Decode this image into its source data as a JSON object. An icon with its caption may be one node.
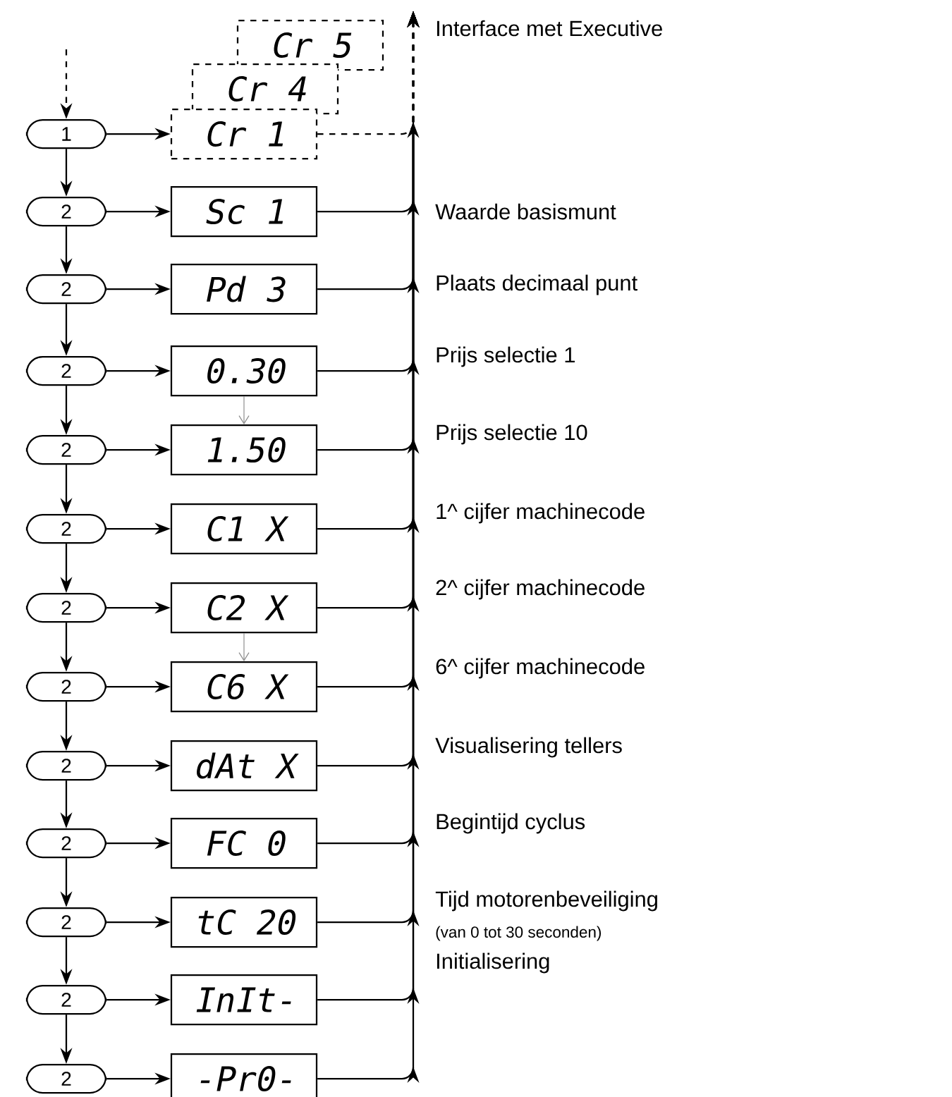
{
  "diagram": {
    "nodes": [
      {
        "text": [
          "Cr 5"
        ]
      },
      {
        "text": [
          "Cr 4"
        ]
      },
      {
        "text": [
          "1"
        ]
      },
      {
        "text": [
          "Cr 1"
        ]
      },
      {
        "text": [
          "2"
        ]
      },
      {
        "text": [
          "Sc 1"
        ]
      },
      {
        "text": [
          "2"
        ]
      },
      {
        "text": [
          "Pd 3"
        ]
      },
      {
        "text": [
          "2"
        ]
      },
      {
        "text": [
          "0.30"
        ]
      },
      {
        "text": [
          "2"
        ]
      },
      {
        "text": [
          "1.50"
        ]
      },
      {
        "text": [
          "2"
        ]
      },
      {
        "text": [
          "C1 X"
        ]
      },
      {
        "text": [
          "2"
        ]
      },
      {
        "text": [
          "C2 X"
        ]
      },
      {
        "text": [
          "2"
        ]
      },
      {
        "text": [
          "C6 X"
        ]
      },
      {
        "text": [
          "2"
        ]
      },
      {
        "text": [
          "dAt X"
        ]
      },
      {
        "text": [
          "2"
        ]
      },
      {
        "text": [
          "FC 0"
        ]
      },
      {
        "text": [
          "2"
        ]
      },
      {
        "text": [
          "tC 20"
        ]
      },
      {
        "text": [
          "2"
        ]
      },
      {
        "text": [
          "InIt-"
        ]
      },
      {
        "text": [
          "2"
        ]
      },
      {
        "text": [
          "-Pr0-"
        ]
      },
      {
        "text": [
          "Interface met Executive"
        ]
      }
    ],
    "edges": [
      {
        "from": null,
        "to": 2,
        "arrow": "to",
        "style": "dashed"
      },
      {
        "from": 2,
        "to": 4,
        "arrow": "to"
      },
      {
        "from": 4,
        "to": 6,
        "arrow": "to"
      },
      {
        "from": 6,
        "to": 8,
        "arrow": "to"
      },
      {
        "from": 8,
        "to": 10,
        "arrow": "to"
      },
      {
        "from": 10,
        "to": 12,
        "arrow": "to"
      },
      {
        "from": 12,
        "to": 14,
        "arrow": "to"
      },
      {
        "from": 14,
        "to": 16,
        "arrow": "to"
      },
      {
        "from": 16,
        "to": 18,
        "arrow": "to"
      },
      {
        "from": 18,
        "to": 20,
        "arrow": "to"
      },
      {
        "from": 20,
        "to": 22,
        "arrow": "to"
      },
      {
        "from": 22,
        "to": 24,
        "arrow": "to"
      },
      {
        "from": 24,
        "to": 26,
        "arrow": "to"
      },
      {
        "from": 2,
        "to": 3,
        "arrow": "to"
      },
      {
        "from": 4,
        "to": 5,
        "arrow": "to"
      },
      {
        "from": 6,
        "to": 7,
        "arrow": "to"
      },
      {
        "from": 8,
        "to": 9,
        "arrow": "to"
      },
      {
        "from": 10,
        "to": 11,
        "arrow": "to"
      },
      {
        "from": 12,
        "to": 13,
        "arrow": "to"
      },
      {
        "from": 14,
        "to": 15,
        "arrow": "to"
      },
      {
        "from": 16,
        "to": 17,
        "arrow": "to"
      },
      {
        "from": 18,
        "to": 19,
        "arrow": "to"
      },
      {
        "from": 20,
        "to": 21,
        "arrow": "to"
      },
      {
        "from": 22,
        "to": 23,
        "arrow": "to"
      },
      {
        "from": 24,
        "to": 25,
        "arrow": "to"
      },
      {
        "from": 26,
        "to": 27,
        "arrow": "to"
      },
      {
        "from": 9,
        "to": 11,
        "arrow": "to",
        "color": "#888888"
      },
      {
        "from": 15,
        "to": 17,
        "arrow": "to",
        "color": "#888888"
      },
      {
        "from": 3,
        "to": 28,
        "arrow": "to",
        "style": "dashed"
      },
      {
        "from": 5,
        "to": 28,
        "arrow": "to"
      },
      {
        "from": 7,
        "to": 28,
        "arrow": "to"
      },
      {
        "from": 9,
        "to": 28,
        "arrow": "to"
      },
      {
        "from": 11,
        "to": 28,
        "arrow": "to"
      },
      {
        "from": 13,
        "to": 28,
        "arrow": "to"
      },
      {
        "from": 15,
        "to": 28,
        "arrow": "to"
      },
      {
        "from": 17,
        "to": 28,
        "arrow": "to"
      },
      {
        "from": 19,
        "to": 28,
        "arrow": "to"
      },
      {
        "from": 21,
        "to": 28,
        "arrow": "to"
      },
      {
        "from": 23,
        "to": 28,
        "arrow": "to"
      },
      {
        "from": 25,
        "to": 28,
        "arrow": "to"
      },
      {
        "from": 27,
        "to": 28,
        "arrow": "to"
      }
    ],
    "labels": [
      "Waarde basismunt",
      "Plaats decimaal punt",
      "Prijs selectie 1",
      "Prijs selectie 10",
      "1^ cijfer machinecode",
      "2^ cijfer machinecode",
      "6^ cijfer machinecode",
      "Visualisering tellers",
      "Begintijd cyclus",
      "Tijd motorenbeveiliging",
      "(van 0 tot 30 seconden)",
      "Initialisering"
    ]
  }
}
